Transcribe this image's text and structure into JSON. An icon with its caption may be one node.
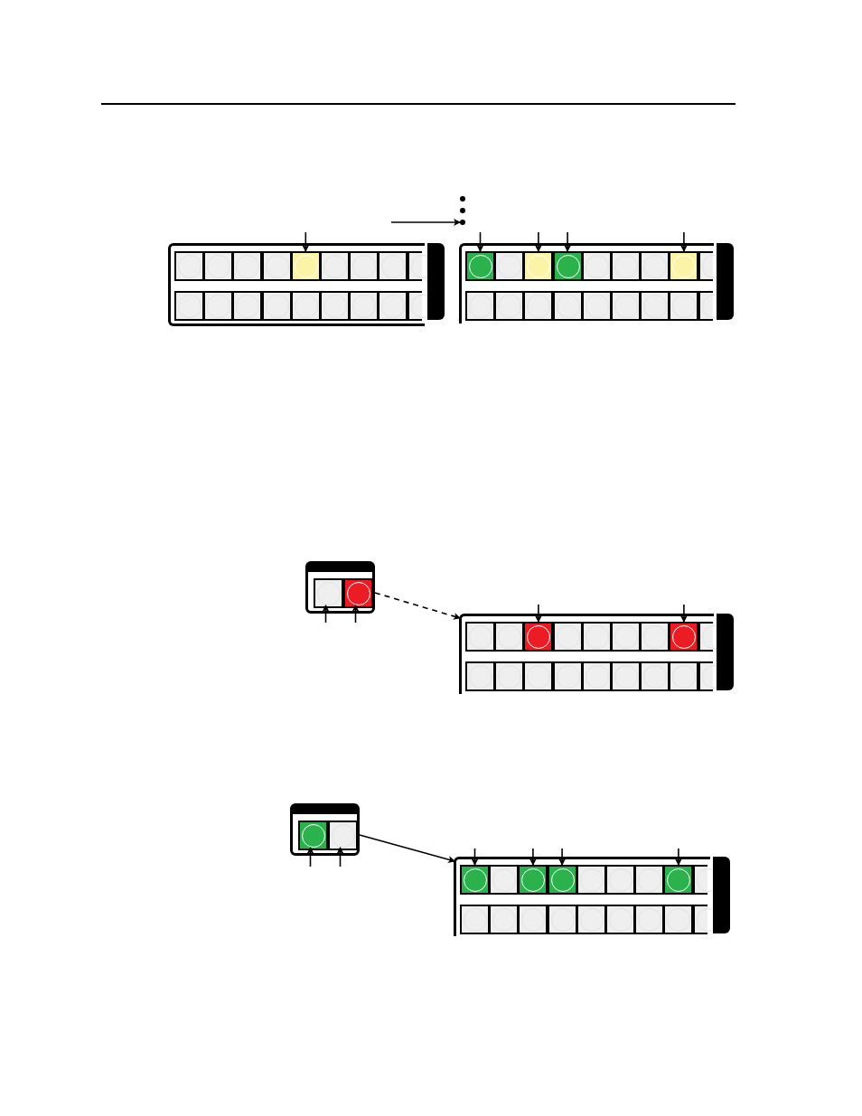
{
  "diagram": {
    "nodes": [
      {
        "text": [],
        "shape": "circle"
      },
      {
        "text": [],
        "shape": "circle"
      },
      {
        "text": [],
        "shape": "circle"
      },
      {
        "text": [],
        "shape": "box"
      },
      {
        "text": [],
        "shape": "box",
        "in": 3
      },
      {
        "text": [],
        "shape": "box",
        "in": 3
      },
      {
        "text": [],
        "shape": "box",
        "in": 3
      },
      {
        "text": [],
        "shape": "box",
        "in": 3
      },
      {
        "text": [],
        "shape": "box",
        "in": 3
      },
      {
        "text": [],
        "shape": "box",
        "in": 3
      },
      {
        "text": [],
        "shape": "box",
        "in": 3
      },
      {
        "text": [],
        "shape": "box",
        "in": 3
      },
      {
        "text": [],
        "shape": "box",
        "in": 3
      },
      {
        "text": [],
        "shape": "box",
        "in": 3
      },
      {
        "text": [],
        "shape": "box",
        "in": 3
      },
      {
        "text": [],
        "shape": "box",
        "in": 3
      },
      {
        "text": [],
        "shape": "box",
        "in": 3
      },
      {
        "text": [],
        "shape": "box",
        "in": 3
      },
      {
        "text": [],
        "shape": "box",
        "in": 3
      },
      {
        "text": [],
        "shape": "box",
        "in": 3
      },
      {
        "text": [],
        "shape": "box",
        "in": 3
      },
      {
        "text": [],
        "shape": "box",
        "in": 3
      },
      {
        "text": [],
        "shape": "box"
      },
      {
        "text": [],
        "shape": "box",
        "in": 22
      },
      {
        "text": [],
        "shape": "box",
        "in": 22
      },
      {
        "text": [],
        "shape": "box",
        "in": 22
      },
      {
        "text": [],
        "shape": "box",
        "in": 22
      },
      {
        "text": [],
        "shape": "box",
        "in": 22
      },
      {
        "text": [],
        "shape": "box",
        "in": 22
      },
      {
        "text": [],
        "shape": "box",
        "in": 22
      },
      {
        "text": [],
        "shape": "box",
        "in": 22
      },
      {
        "text": [],
        "shape": "box",
        "in": 22
      },
      {
        "text": [],
        "shape": "box",
        "in": 22
      },
      {
        "text": [],
        "shape": "box",
        "in": 22
      },
      {
        "text": [],
        "shape": "box",
        "in": 22
      },
      {
        "text": [],
        "shape": "box",
        "in": 22
      },
      {
        "text": [],
        "shape": "box",
        "in": 22
      },
      {
        "text": [],
        "shape": "box",
        "in": 22
      },
      {
        "text": [],
        "shape": "box",
        "in": 22
      },
      {
        "text": [],
        "shape": "box",
        "in": 22
      },
      {
        "text": [],
        "shape": "box",
        "in": 22
      },
      {
        "text": [],
        "shape": "box"
      },
      {
        "text": [],
        "shape": "box",
        "in": 41
      },
      {
        "text": [],
        "shape": "box",
        "in": 41
      },
      {
        "text": [],
        "shape": "box"
      },
      {
        "text": [],
        "shape": "box",
        "in": 44
      },
      {
        "text": [],
        "shape": "box",
        "in": 44
      },
      {
        "text": [],
        "shape": "box",
        "in": 44
      },
      {
        "text": [],
        "shape": "box",
        "in": 44
      },
      {
        "text": [],
        "shape": "box",
        "in": 44
      },
      {
        "text": [],
        "shape": "box",
        "in": 44
      },
      {
        "text": [],
        "shape": "box",
        "in": 44
      },
      {
        "text": [],
        "shape": "box",
        "in": 44
      },
      {
        "text": [],
        "shape": "box",
        "in": 44
      },
      {
        "text": [],
        "shape": "box",
        "in": 44
      },
      {
        "text": [],
        "shape": "box",
        "in": 44
      },
      {
        "text": [],
        "shape": "box",
        "in": 44
      },
      {
        "text": [],
        "shape": "box",
        "in": 44
      },
      {
        "text": [],
        "shape": "box",
        "in": 44
      },
      {
        "text": [],
        "shape": "box",
        "in": 44
      },
      {
        "text": [],
        "shape": "box",
        "in": 44
      },
      {
        "text": [],
        "shape": "box",
        "in": 44
      },
      {
        "text": [],
        "shape": "box",
        "in": 44
      },
      {
        "text": [],
        "shape": "box"
      },
      {
        "text": [],
        "shape": "box",
        "in": 63
      },
      {
        "text": [],
        "shape": "box",
        "in": 63
      },
      {
        "text": [],
        "shape": "box"
      },
      {
        "text": [],
        "shape": "box",
        "in": 66
      },
      {
        "text": [],
        "shape": "box",
        "in": 66
      },
      {
        "text": [],
        "shape": "box",
        "in": 66
      },
      {
        "text": [],
        "shape": "box",
        "in": 66
      },
      {
        "text": [],
        "shape": "box",
        "in": 66
      },
      {
        "text": [],
        "shape": "box",
        "in": 66
      },
      {
        "text": [],
        "shape": "box",
        "in": 66
      },
      {
        "text": [],
        "shape": "box",
        "in": 66
      },
      {
        "text": [],
        "shape": "box",
        "in": 66
      },
      {
        "text": [],
        "shape": "box",
        "in": 66
      },
      {
        "text": [],
        "shape": "box",
        "in": 66
      },
      {
        "text": [],
        "shape": "box",
        "in": 66
      },
      {
        "text": [],
        "shape": "box",
        "in": 66
      },
      {
        "text": [],
        "shape": "box",
        "in": 66
      },
      {
        "text": [],
        "shape": "box",
        "in": 66
      },
      {
        "text": [],
        "shape": "box",
        "in": 66
      },
      {
        "text": [],
        "shape": "box",
        "in": 66
      },
      {
        "text": [],
        "shape": "box",
        "in": 66
      },
      {
        "text": [],
        "shape": "bar",
        "in": 3
      },
      {
        "text": [],
        "shape": "bar",
        "in": 22
      },
      {
        "text": [],
        "shape": "bar",
        "in": 44
      },
      {
        "text": [],
        "shape": "bar",
        "in": 66
      }
    ],
    "edges": [
      {
        "from": null,
        "to": 2,
        "arrow": "to"
      },
      {
        "from": null,
        "to": 8,
        "arrow": "to"
      },
      {
        "from": null,
        "to": 23,
        "arrow": "to"
      },
      {
        "from": null,
        "to": 25,
        "arrow": "to"
      },
      {
        "from": null,
        "to": 26,
        "arrow": "to"
      },
      {
        "from": null,
        "to": 30,
        "arrow": "to"
      },
      {
        "from": null,
        "to": 42,
        "arrow": "to"
      },
      {
        "from": null,
        "to": 43,
        "arrow": "to"
      },
      {
        "from": 41,
        "to": 44,
        "arrow": "to",
        "style": "dashed"
      },
      {
        "from": null,
        "to": 47,
        "arrow": "to"
      },
      {
        "from": null,
        "to": 52,
        "arrow": "to"
      },
      {
        "from": null,
        "to": 64,
        "arrow": "to"
      },
      {
        "from": null,
        "to": 65,
        "arrow": "to"
      },
      {
        "from": 63,
        "to": 66,
        "arrow": "to"
      },
      {
        "from": null,
        "to": 67,
        "arrow": "to"
      },
      {
        "from": null,
        "to": 69,
        "arrow": "to"
      },
      {
        "from": null,
        "to": 70,
        "arrow": "to"
      },
      {
        "from": null,
        "to": 74,
        "arrow": "to"
      }
    ]
  }
}
